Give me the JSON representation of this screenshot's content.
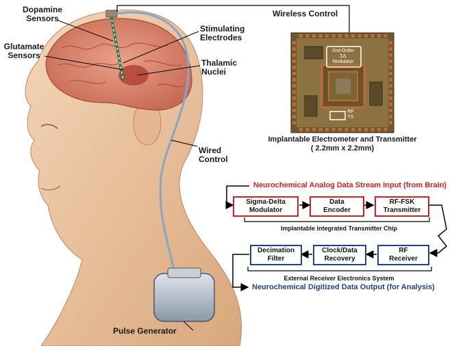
{
  "labels": {
    "dopamine": [
      "Dopamine",
      "Sensors"
    ],
    "glutamate": [
      "Glutamate",
      "Sensors"
    ],
    "stimulating": [
      "Stimulating",
      "Electrodes"
    ],
    "thalamic": [
      "Thalamic",
      "Nuclei"
    ],
    "wired": [
      "Wired",
      "Control"
    ],
    "pulse": "Pulse Generator",
    "wireless": "Wireless Control",
    "implant_caption": [
      "Implantable Electrometer and Transmitter",
      "( 2.2mm x 2.2mm)"
    ]
  },
  "chip_annotations": {
    "modulator": [
      "2nd-Order",
      "ΣΔ",
      "Modulator"
    ],
    "rf": [
      "RF",
      "TX"
    ]
  },
  "flow": {
    "input": "Neurochemical Analog Data Stream Input (from Brain)",
    "transmitter_blocks": [
      [
        "Sigma-Delta",
        "Modulator"
      ],
      [
        "Data",
        "Encoder"
      ],
      [
        "RF-FSK",
        "Transmitter"
      ]
    ],
    "transmitter_caption": "Implantable Integrated Transmitter Chip",
    "receiver_blocks": [
      [
        "Decimation",
        "Filter"
      ],
      [
        "Clock/Data",
        "Recovery"
      ],
      [
        "RF",
        "Receiver"
      ]
    ],
    "receiver_caption": "External Receiver Electronics System",
    "output": "Neurochemical Digitized Data Output (for Analysis)"
  },
  "colors": {
    "red": "#cc2127",
    "blue": "#1f3f8f",
    "skin": "#eec9a6",
    "chip": "#8a6f3a"
  }
}
